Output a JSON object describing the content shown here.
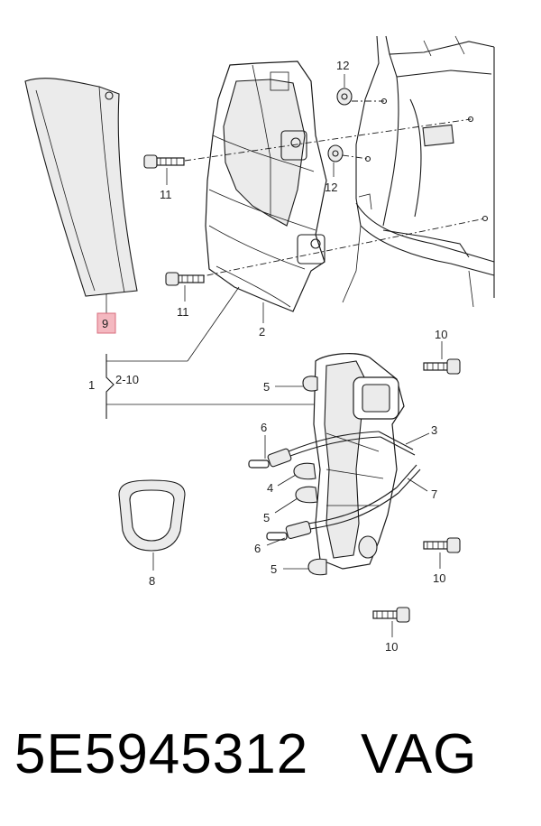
{
  "diagram": {
    "callouts": {
      "c1": "1",
      "c1_range": "2-10",
      "c2": "2",
      "c3": "3",
      "c4": "4",
      "c5a": "5",
      "c5b": "5",
      "c5c": "5",
      "c6a": "6",
      "c6b": "6",
      "c7": "7",
      "c8": "8",
      "c9": "9",
      "c10a": "10",
      "c10b": "10",
      "c10c": "10",
      "c11a": "11",
      "c11b": "11",
      "c12a": "12",
      "c12b": "12"
    },
    "highlight_color": "#f4b8c0"
  },
  "footer": {
    "part_number": "5E5945312",
    "brand": "VAG"
  }
}
